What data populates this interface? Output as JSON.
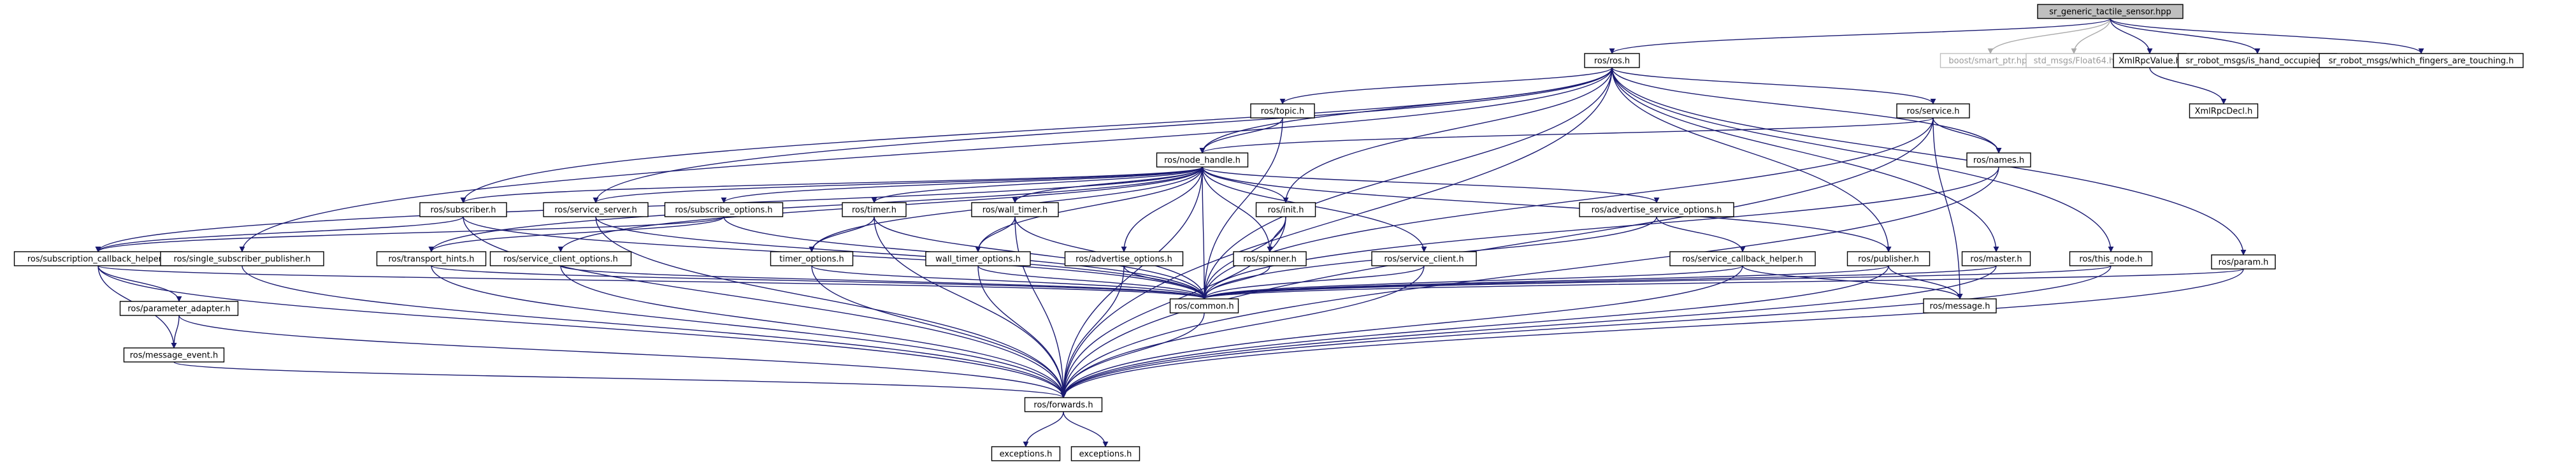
{
  "diagram": {
    "type": "include-dependency-graph",
    "colors": {
      "edge": "#191970",
      "missing_edge": "#a9a9a9",
      "node_border": "#000000",
      "missing_node_border": "#bfbfbf",
      "root_fill": "#bfbfbf",
      "background": "#ffffff"
    },
    "nodes": [
      {
        "id": "root",
        "label": "sr_generic_tactile_sensor.hpp",
        "style": "root"
      },
      {
        "id": "ros_h",
        "label": "ros/ros.h"
      },
      {
        "id": "boost",
        "label": "boost/smart_ptr.hpp",
        "style": "missing"
      },
      {
        "id": "stdf64",
        "label": "std_msgs/Float64.h",
        "style": "missing"
      },
      {
        "id": "xmlrpcvalue",
        "label": "XmlRpcValue.h"
      },
      {
        "id": "handocc",
        "label": "sr_robot_msgs/is_hand_occupied.h"
      },
      {
        "id": "fingers",
        "label": "sr_robot_msgs/which_fingers_are_touching.h"
      },
      {
        "id": "xmlrpcdecl",
        "label": "XmlRpcDecl.h"
      },
      {
        "id": "topic",
        "label": "ros/topic.h"
      },
      {
        "id": "service_h",
        "label": "ros/service.h"
      },
      {
        "id": "node_handle",
        "label": "ros/node_handle.h"
      },
      {
        "id": "names",
        "label": "ros/names.h"
      },
      {
        "id": "subscriber",
        "label": "ros/subscriber.h"
      },
      {
        "id": "service_server",
        "label": "ros/service_server.h"
      },
      {
        "id": "subscribe_options",
        "label": "ros/subscribe_options.h"
      },
      {
        "id": "timer",
        "label": "ros/timer.h"
      },
      {
        "id": "wall_timer",
        "label": "ros/wall_timer.h"
      },
      {
        "id": "init",
        "label": "ros/init.h"
      },
      {
        "id": "adv_srv_opts",
        "label": "ros/advertise_service_options.h"
      },
      {
        "id": "param",
        "label": "ros/param.h"
      },
      {
        "id": "sub_cb_helper",
        "label": "ros/subscription_callback_helper.h"
      },
      {
        "id": "single_sub_pub",
        "label": "ros/single_subscriber_publisher.h"
      },
      {
        "id": "transport_hints",
        "label": "ros/transport_hints.h"
      },
      {
        "id": "srv_client_opts",
        "label": "ros/service_client_options.h"
      },
      {
        "id": "timer_options",
        "label": "timer_options.h"
      },
      {
        "id": "wall_timer_options",
        "label": "wall_timer_options.h"
      },
      {
        "id": "advertise_options",
        "label": "ros/advertise_options.h"
      },
      {
        "id": "spinner",
        "label": "ros/spinner.h"
      },
      {
        "id": "service_client",
        "label": "ros/service_client.h"
      },
      {
        "id": "srv_cb_helper",
        "label": "ros/service_callback_helper.h"
      },
      {
        "id": "publisher",
        "label": "ros/publisher.h"
      },
      {
        "id": "master",
        "label": "ros/master.h"
      },
      {
        "id": "this_node",
        "label": "ros/this_node.h"
      },
      {
        "id": "param_adapter",
        "label": "ros/parameter_adapter.h"
      },
      {
        "id": "common",
        "label": "ros/common.h"
      },
      {
        "id": "message",
        "label": "ros/message.h"
      },
      {
        "id": "message_event",
        "label": "ros/message_event.h"
      },
      {
        "id": "forwards",
        "label": "ros/forwards.h"
      },
      {
        "id": "exc1",
        "label": "exceptions.h"
      },
      {
        "id": "exc2",
        "label": "exceptions.h"
      }
    ],
    "edges": [
      [
        "root",
        "ros_h"
      ],
      [
        "root",
        "boost"
      ],
      [
        "root",
        "stdf64"
      ],
      [
        "root",
        "xmlrpcvalue"
      ],
      [
        "root",
        "handocc"
      ],
      [
        "root",
        "fingers"
      ],
      [
        "xmlrpcvalue",
        "xmlrpcdecl"
      ],
      [
        "ros_h",
        "topic"
      ],
      [
        "ros_h",
        "service_h"
      ],
      [
        "ros_h",
        "node_handle"
      ],
      [
        "ros_h",
        "names"
      ],
      [
        "ros_h",
        "subscriber"
      ],
      [
        "ros_h",
        "service_server"
      ],
      [
        "ros_h",
        "init"
      ],
      [
        "ros_h",
        "param"
      ],
      [
        "ros_h",
        "publisher"
      ],
      [
        "ros_h",
        "master"
      ],
      [
        "ros_h",
        "this_node"
      ],
      [
        "ros_h",
        "common"
      ],
      [
        "ros_h",
        "forwards"
      ],
      [
        "ros_h",
        "single_sub_pub"
      ],
      [
        "topic",
        "node_handle"
      ],
      [
        "topic",
        "common"
      ],
      [
        "service_h",
        "node_handle"
      ],
      [
        "service_h",
        "names"
      ],
      [
        "service_h",
        "common"
      ],
      [
        "service_h",
        "message"
      ],
      [
        "service_h",
        "forwards"
      ],
      [
        "names",
        "common"
      ],
      [
        "names",
        "forwards"
      ],
      [
        "node_handle",
        "subscriber"
      ],
      [
        "node_handle",
        "service_server"
      ],
      [
        "node_handle",
        "subscribe_options"
      ],
      [
        "node_handle",
        "timer"
      ],
      [
        "node_handle",
        "wall_timer"
      ],
      [
        "node_handle",
        "init"
      ],
      [
        "node_handle",
        "adv_srv_opts"
      ],
      [
        "node_handle",
        "sub_cb_helper"
      ],
      [
        "node_handle",
        "transport_hints"
      ],
      [
        "node_handle",
        "srv_client_opts"
      ],
      [
        "node_handle",
        "timer_options"
      ],
      [
        "node_handle",
        "wall_timer_options"
      ],
      [
        "node_handle",
        "advertise_options"
      ],
      [
        "node_handle",
        "spinner"
      ],
      [
        "node_handle",
        "service_client"
      ],
      [
        "node_handle",
        "publisher"
      ],
      [
        "node_handle",
        "common"
      ],
      [
        "node_handle",
        "forwards"
      ],
      [
        "subscriber",
        "sub_cb_helper"
      ],
      [
        "subscriber",
        "common"
      ],
      [
        "subscriber",
        "forwards"
      ],
      [
        "service_server",
        "common"
      ],
      [
        "service_server",
        "forwards"
      ],
      [
        "subscribe_options",
        "sub_cb_helper"
      ],
      [
        "subscribe_options",
        "transport_hints"
      ],
      [
        "subscribe_options",
        "common"
      ],
      [
        "timer",
        "timer_options"
      ],
      [
        "timer",
        "common"
      ],
      [
        "timer",
        "forwards"
      ],
      [
        "wall_timer",
        "wall_timer_options"
      ],
      [
        "wall_timer",
        "common"
      ],
      [
        "wall_timer",
        "forwards"
      ],
      [
        "init",
        "spinner"
      ],
      [
        "init",
        "common"
      ],
      [
        "init",
        "forwards"
      ],
      [
        "adv_srv_opts",
        "srv_cb_helper"
      ],
      [
        "adv_srv_opts",
        "common"
      ],
      [
        "param",
        "common"
      ],
      [
        "param",
        "forwards"
      ],
      [
        "sub_cb_helper",
        "param_adapter"
      ],
      [
        "sub_cb_helper",
        "message_event"
      ],
      [
        "sub_cb_helper",
        "common"
      ],
      [
        "sub_cb_helper",
        "forwards"
      ],
      [
        "single_sub_pub",
        "forwards"
      ],
      [
        "transport_hints",
        "common"
      ],
      [
        "transport_hints",
        "forwards"
      ],
      [
        "srv_client_opts",
        "common"
      ],
      [
        "srv_client_opts",
        "forwards"
      ],
      [
        "timer_options",
        "common"
      ],
      [
        "timer_options",
        "forwards"
      ],
      [
        "wall_timer_options",
        "common"
      ],
      [
        "wall_timer_options",
        "forwards"
      ],
      [
        "advertise_options",
        "common"
      ],
      [
        "advertise_options",
        "forwards"
      ],
      [
        "spinner",
        "common"
      ],
      [
        "service_client",
        "common"
      ],
      [
        "service_client",
        "forwards"
      ],
      [
        "srv_cb_helper",
        "common"
      ],
      [
        "srv_cb_helper",
        "message"
      ],
      [
        "srv_cb_helper",
        "forwards"
      ],
      [
        "publisher",
        "common"
      ],
      [
        "publisher",
        "message"
      ],
      [
        "publisher",
        "forwards"
      ],
      [
        "master",
        "common"
      ],
      [
        "master",
        "forwards"
      ],
      [
        "this_node",
        "common"
      ],
      [
        "this_node",
        "forwards"
      ],
      [
        "param_adapter",
        "message_event"
      ],
      [
        "param_adapter",
        "forwards"
      ],
      [
        "message_event",
        "forwards"
      ],
      [
        "common",
        "forwards"
      ],
      [
        "forwards",
        "exc1"
      ],
      [
        "forwards",
        "exc2"
      ]
    ]
  }
}
